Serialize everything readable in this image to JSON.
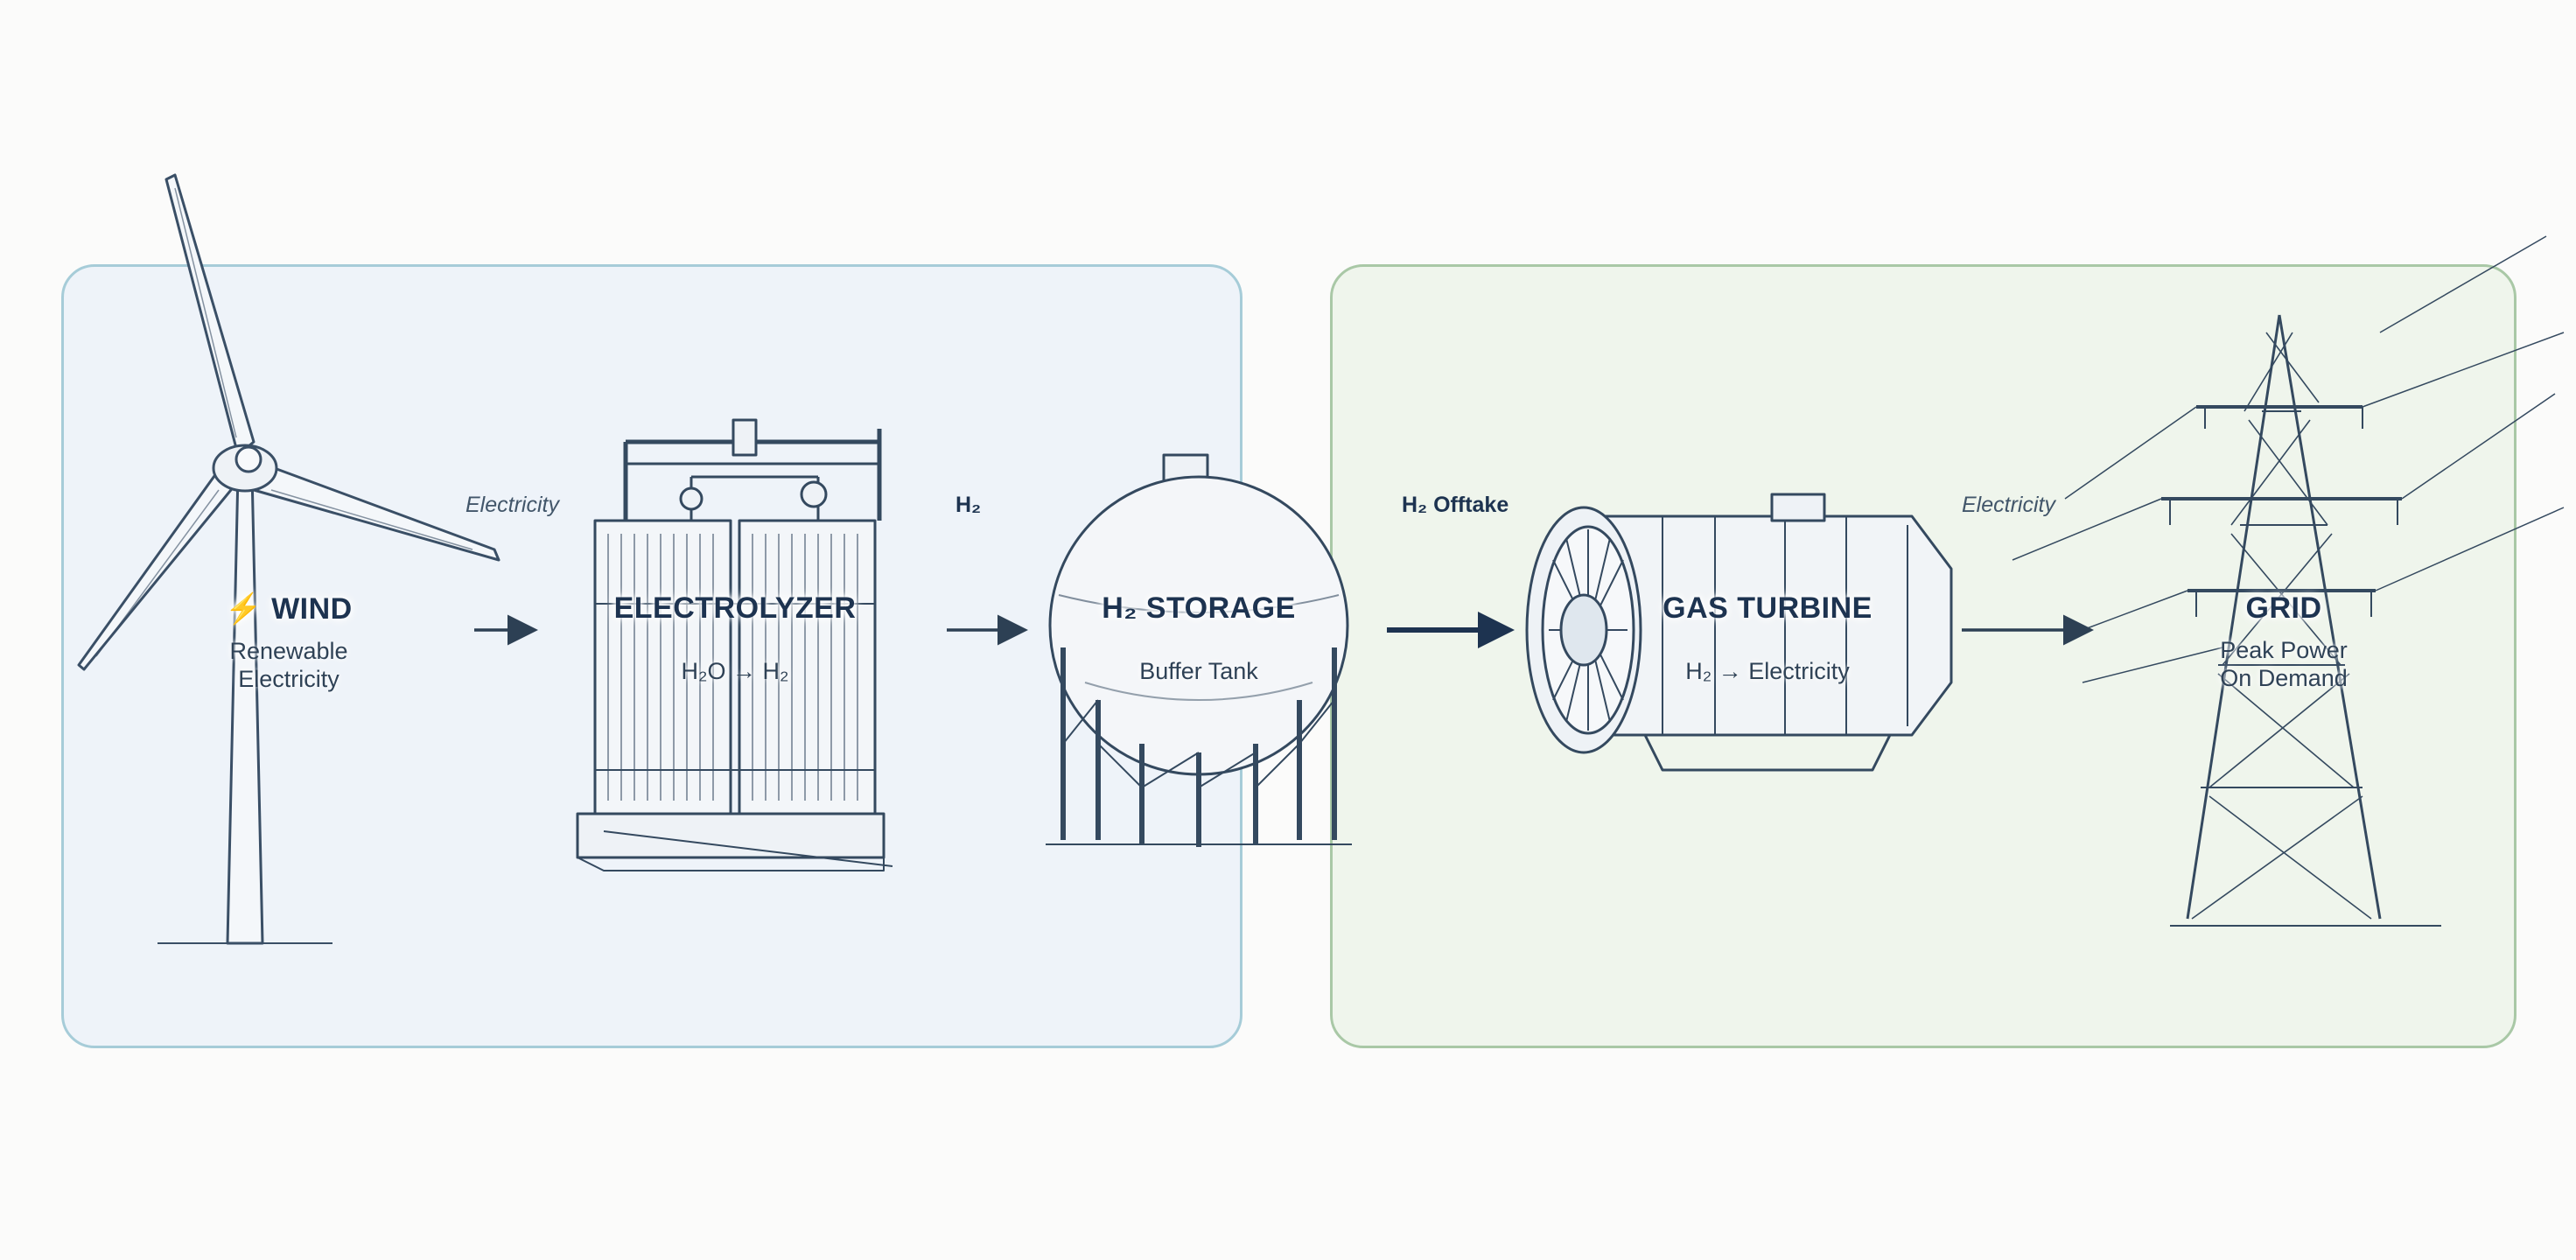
{
  "regions": [
    {
      "id": "production",
      "color": "#a6ccd8",
      "fill": "#eef3f9"
    },
    {
      "id": "utilization",
      "color": "#a9c8a6",
      "fill": "#eff5ec"
    }
  ],
  "nodes": {
    "wind": {
      "icon": "wind-turbine-icon",
      "symbol": "⚡",
      "title": "WIND",
      "subtitle_line1": "Renewable",
      "subtitle_line2": "Electricity"
    },
    "electrolyzer": {
      "icon": "electrolyzer-icon",
      "title": "ELECTROLYZER",
      "subtitle": "H₂O → H₂"
    },
    "storage": {
      "icon": "storage-tank-icon",
      "title": "H₂ STORAGE",
      "subtitle": "Buffer Tank"
    },
    "turbine": {
      "icon": "gas-turbine-icon",
      "title": "GAS TURBINE",
      "subtitle": "H₂ → Electricity"
    },
    "grid": {
      "icon": "transmission-tower-icon",
      "title": "GRID",
      "subtitle_line1": "Peak Power",
      "subtitle_line2": "On Demand"
    }
  },
  "edges": {
    "wind_to_electrolyzer": "Electricity",
    "electrolyzer_to_storage": "H₂",
    "storage_to_turbine": "H₂ Offtake",
    "turbine_to_grid": "Electricity"
  },
  "colors": {
    "ink": "#1d3350",
    "line": "#2d4054"
  }
}
